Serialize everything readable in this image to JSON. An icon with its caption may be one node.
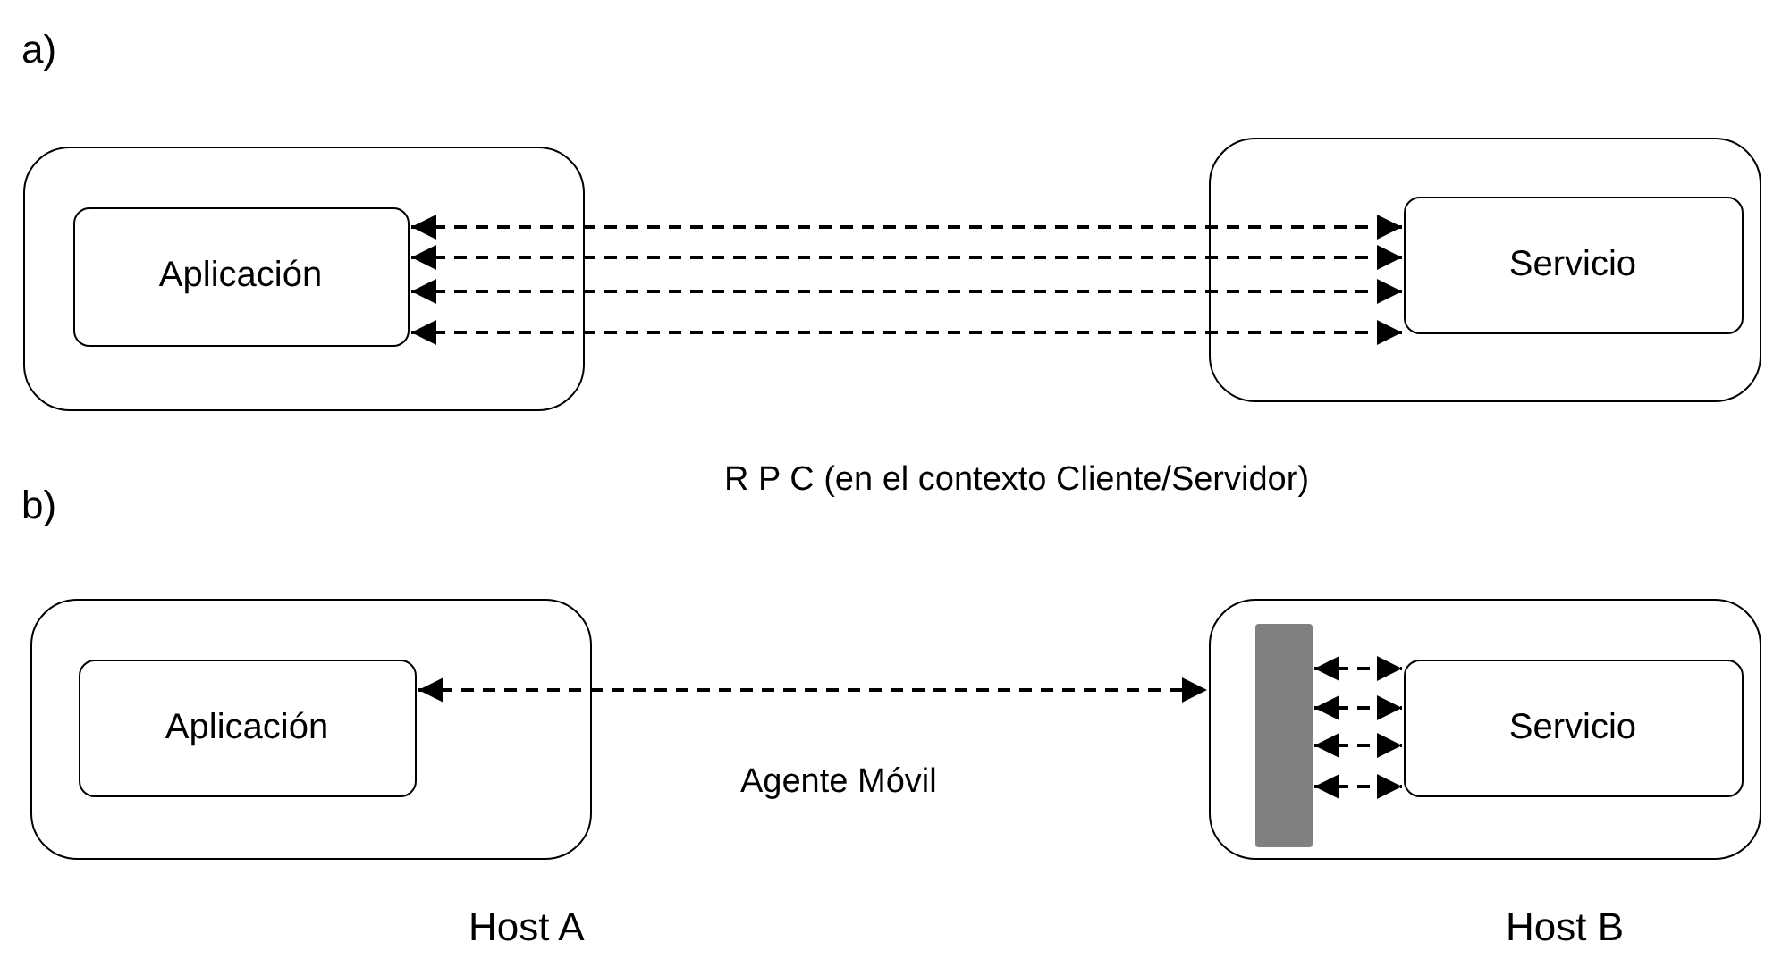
{
  "diagram": {
    "nodes": [
      {
        "text": [],
        "shape": "box"
      },
      {
        "text": [
          "Aplicación"
        ],
        "in": 0
      },
      {
        "text": [],
        "shape": "box"
      },
      {
        "text": [
          "Servicio"
        ],
        "in": 2
      },
      {
        "text": [],
        "shape": "box"
      },
      {
        "text": [
          "Aplicación"
        ],
        "in": 4
      },
      {
        "text": [],
        "shape": "box"
      },
      {
        "text": [],
        "shape": "bar",
        "in": 6
      },
      {
        "text": [
          "Servicio"
        ],
        "in": 6
      }
    ],
    "edges": [
      {
        "from": 1,
        "to": 3,
        "arrow": "both",
        "style": "dashed"
      },
      {
        "from": 1,
        "to": 3,
        "arrow": "both",
        "style": "dashed"
      },
      {
        "from": 1,
        "to": 3,
        "arrow": "both",
        "style": "dashed"
      },
      {
        "from": 1,
        "to": 3,
        "arrow": "both",
        "style": "dashed"
      },
      {
        "from": 5,
        "to": 6,
        "arrow": "both",
        "style": "dashed"
      },
      {
        "from": 7,
        "to": 8,
        "arrow": "both",
        "style": "dashed"
      },
      {
        "from": 7,
        "to": 8,
        "arrow": "both",
        "style": "dashed"
      },
      {
        "from": 7,
        "to": 8,
        "arrow": "both",
        "style": "dashed"
      },
      {
        "from": 7,
        "to": 8,
        "arrow": "both",
        "style": "dashed"
      }
    ],
    "labels": [
      "a)",
      "b)",
      "R P C (en el contexto Cliente/Servidor)",
      "Agente Móvil",
      "Host A",
      "Host B"
    ]
  }
}
